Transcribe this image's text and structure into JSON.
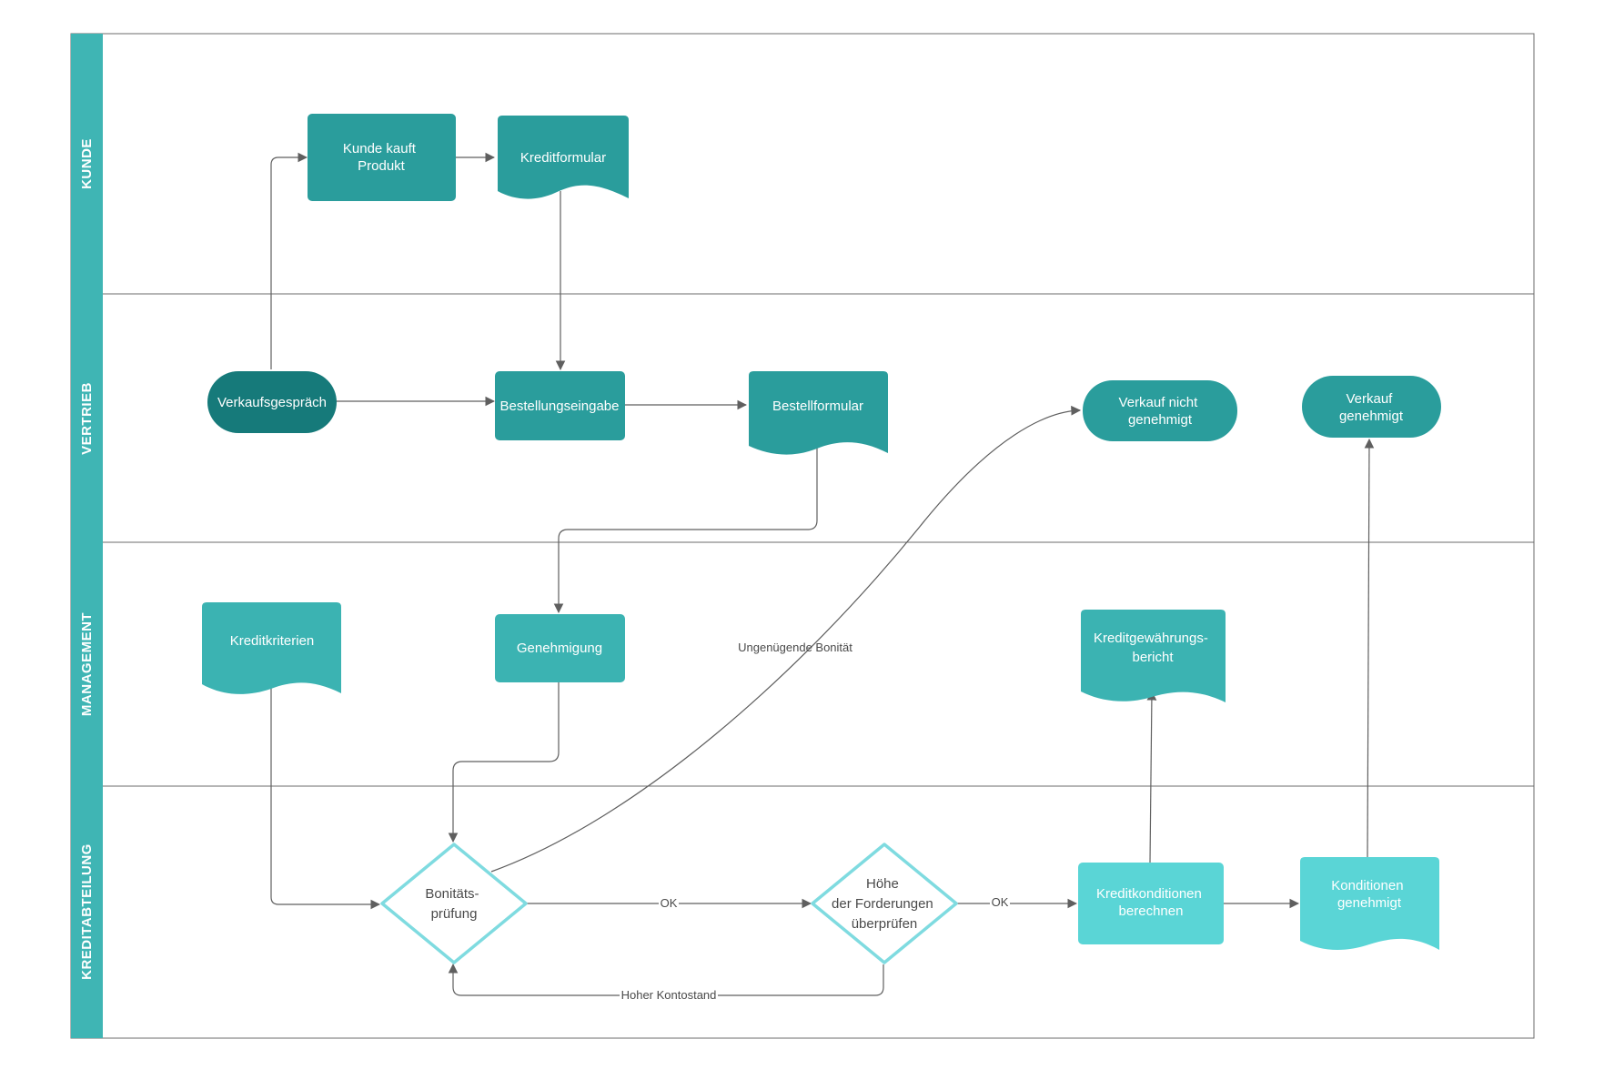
{
  "lanes": [
    {
      "id": "kunde",
      "title": "KUNDE"
    },
    {
      "id": "vertrieb",
      "title": "VERTRIEB"
    },
    {
      "id": "management",
      "title": "MANAGEMENT"
    },
    {
      "id": "kredit",
      "title": "KREDITABTEILUNG"
    }
  ],
  "colors": {
    "lane_header": "#3fb5b4",
    "border": "#6b6b6b",
    "teal_dark": "#167a7a",
    "teal_mid": "#2a9d9c",
    "teal": "#3bb3b2",
    "teal_light": "#5ad5d6",
    "decision_stroke": "#7fdbe0",
    "edge": "#5f5f5f"
  },
  "nodes": {
    "kunde_kauft": [
      "Kunde kauft",
      "Produkt"
    ],
    "kreditformular": [
      "Kreditformular"
    ],
    "verkaufsgespraech": [
      "Verkaufsgespräch"
    ],
    "bestellungseingabe": [
      "Bestellungseingabe"
    ],
    "bestellformular": [
      "Bestellformular"
    ],
    "verkauf_nicht": [
      "Verkauf nicht",
      "genehmigt"
    ],
    "verkauf_genehmigt": [
      "Verkauf",
      "genehmigt"
    ],
    "kreditkriterien": [
      "Kreditkriterien"
    ],
    "genehmigung": [
      "Genehmigung"
    ],
    "kreditgewaehrungsbericht": [
      "Kreditgewährungs-",
      "bericht"
    ],
    "bonitaetspruefung": [
      "Bonitäts-",
      "prüfung"
    ],
    "hoehe_forderungen": [
      "Höhe",
      "der Forderungen",
      "überprüfen"
    ],
    "kreditkonditionen": [
      "Kreditkonditionen",
      "berechnen"
    ],
    "konditionen_genehmigt": [
      "Konditionen",
      "genehmigt"
    ]
  },
  "edge_labels": {
    "ungenuegend": "Ungenügende Bonität",
    "ok1": "OK",
    "ok2": "OK",
    "hoher_kontostand": "Hoher Kontostand"
  }
}
